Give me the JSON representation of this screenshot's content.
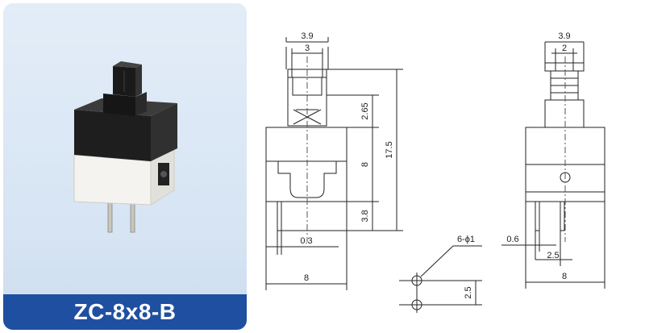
{
  "product": {
    "model": "ZC-8x8-B"
  },
  "colors": {
    "banner": "#1f4fa1",
    "panel": "#dbe7f5",
    "line": "#222222"
  },
  "front_view": {
    "button_width": "3.9",
    "stem_width": "3",
    "stem_height": "2.65",
    "total_height": "17.5",
    "body_height": "8",
    "pin_length": "3.8",
    "pin_thickness": "0.3",
    "body_width": "8"
  },
  "side_view": {
    "button_width": "3.9",
    "stem_width": "2",
    "pin_width": "0.6",
    "pin_pitch": "2.5",
    "body_width": "8"
  },
  "footprint": {
    "holes": "6-ϕ1",
    "hole_pitch": "2.5"
  }
}
